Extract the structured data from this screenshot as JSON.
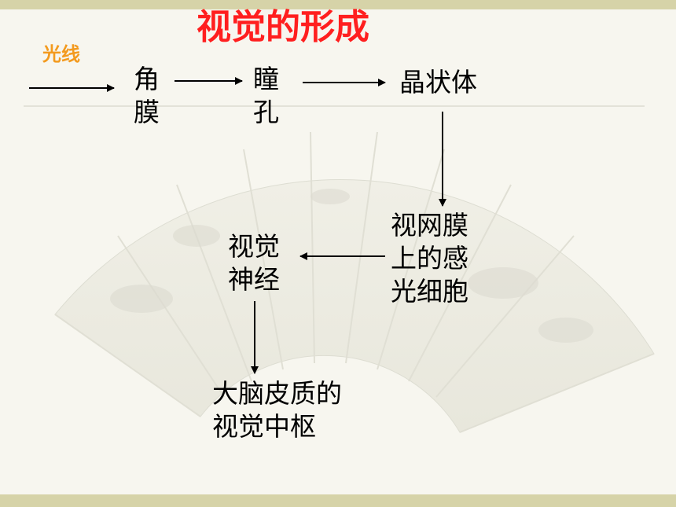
{
  "title": "视觉的形成",
  "light_label": "光线",
  "nodes": {
    "cornea": [
      "角",
      "膜"
    ],
    "pupil": [
      "瞳",
      "孔"
    ],
    "lens": "晶状体",
    "retina": [
      "视网膜",
      "上的感",
      "光细胞"
    ],
    "optic_nerve": [
      "视觉",
      "神经"
    ],
    "cortex": [
      "大脑皮质的",
      "视觉中枢"
    ]
  },
  "colors": {
    "title": "#ff1f1f",
    "light_label": "#f39a1e",
    "stripe": "#d6d3a8",
    "background": "#f7f6ef"
  }
}
